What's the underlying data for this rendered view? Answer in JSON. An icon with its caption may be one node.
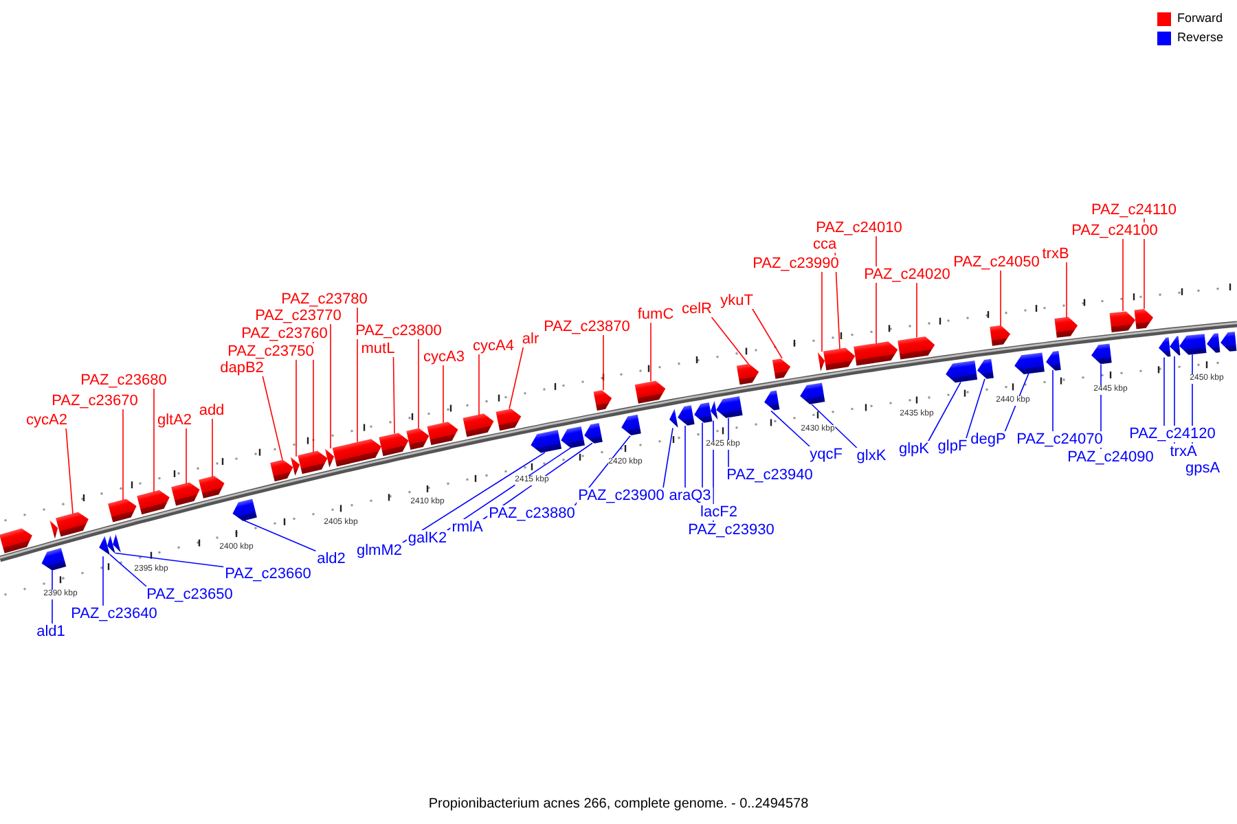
{
  "diagram": {
    "caption": "Propionibacterium acnes 266, complete genome. - 0..2494578",
    "nodes": [
      {
        "text": [],
        "shape": "right-arrow"
      },
      {
        "text": [],
        "shape": "left-arrow"
      },
      {
        "text": [],
        "shape": "right-arrow"
      },
      {
        "text": [],
        "shape": "right-arrow"
      },
      {
        "text": [],
        "shape": "left-arrow"
      },
      {
        "text": [],
        "shape": "left-arrow"
      },
      {
        "text": [],
        "shape": "right-arrow"
      },
      {
        "text": [],
        "shape": "left-arrow"
      },
      {
        "text": [],
        "shape": "right-arrow"
      },
      {
        "text": [],
        "shape": "right-arrow"
      },
      {
        "text": [],
        "shape": "right-arrow"
      },
      {
        "text": [],
        "shape": "left-arrow"
      },
      {
        "text": [],
        "shape": "right-arrow"
      },
      {
        "text": [],
        "shape": "right-arrow"
      },
      {
        "text": [],
        "shape": "right-arrow"
      },
      {
        "text": [],
        "shape": "right-arrow"
      },
      {
        "text": [],
        "shape": "right-arrow"
      },
      {
        "text": [],
        "shape": "right-arrow"
      },
      {
        "text": [],
        "shape": "right-arrow"
      },
      {
        "text": [],
        "shape": "right-arrow"
      },
      {
        "text": [],
        "shape": "right-arrow"
      },
      {
        "text": [],
        "shape": "right-arrow"
      },
      {
        "text": [],
        "shape": "left-arrow"
      },
      {
        "text": [],
        "shape": "left-arrow"
      },
      {
        "text": [],
        "shape": "left-arrow"
      },
      {
        "text": [],
        "shape": "right-arrow"
      },
      {
        "text": [],
        "shape": "left-arrow"
      },
      {
        "text": [],
        "shape": "right-arrow"
      },
      {
        "text": [],
        "shape": "left-arrow"
      },
      {
        "text": [],
        "shape": "left-arrow"
      },
      {
        "text": [],
        "shape": "left-arrow"
      },
      {
        "text": [],
        "shape": "left-arrow"
      },
      {
        "text": [],
        "shape": "left-arrow"
      },
      {
        "text": [],
        "shape": "right-arrow"
      },
      {
        "text": [],
        "shape": "left-arrow"
      },
      {
        "text": [],
        "shape": "right-arrow"
      },
      {
        "text": [],
        "shape": "left-arrow"
      },
      {
        "text": [],
        "shape": "right-arrow"
      },
      {
        "text": [],
        "shape": "right-arrow"
      },
      {
        "text": [],
        "shape": "right-arrow"
      },
      {
        "text": [],
        "shape": "right-arrow"
      },
      {
        "text": [],
        "shape": "left-arrow"
      },
      {
        "text": [],
        "shape": "left-arrow"
      },
      {
        "text": [],
        "shape": "right-arrow"
      },
      {
        "text": [],
        "shape": "left-arrow"
      },
      {
        "text": [],
        "shape": "left-arrow"
      },
      {
        "text": [],
        "shape": "right-arrow"
      },
      {
        "text": [],
        "shape": "left-arrow"
      },
      {
        "text": [],
        "shape": "right-arrow"
      },
      {
        "text": [],
        "shape": "right-arrow"
      },
      {
        "text": [],
        "shape": "left-arrow"
      },
      {
        "text": [],
        "shape": "left-arrow"
      },
      {
        "text": [],
        "shape": "left-arrow"
      },
      {
        "text": [],
        "shape": "left-arrow"
      },
      {
        "text": [],
        "shape": "left-arrow"
      },
      {
        "text": [
          "ald1"
        ]
      },
      {
        "text": [
          "cycA2"
        ]
      },
      {
        "text": [
          "PAZ_c23640"
        ]
      },
      {
        "text": [
          "PAZ_c23650"
        ]
      },
      {
        "text": [
          "PAZ_c23670"
        ]
      },
      {
        "text": [
          "PAZ_c23660"
        ]
      },
      {
        "text": [
          "PAZ_c23680"
        ]
      },
      {
        "text": [
          "gltA2"
        ]
      },
      {
        "text": [
          "add"
        ]
      },
      {
        "text": [
          "ald2"
        ]
      },
      {
        "text": [
          "dapB2"
        ]
      },
      {
        "text": [
          "PAZ_c23750"
        ]
      },
      {
        "text": [
          "PAZ_c23760"
        ]
      },
      {
        "text": [
          "PAZ_c23770"
        ]
      },
      {
        "text": [
          "PAZ_c23780"
        ]
      },
      {
        "text": [
          "mutL"
        ]
      },
      {
        "text": [
          "PAZ_c23800"
        ]
      },
      {
        "text": [
          "cycA3"
        ]
      },
      {
        "text": [
          "cycA4"
        ]
      },
      {
        "text": [
          "alr"
        ]
      },
      {
        "text": [
          "glmM2"
        ]
      },
      {
        "text": [
          "galK2"
        ]
      },
      {
        "text": [
          "rmlA"
        ]
      },
      {
        "text": [
          "PAZ_c23870"
        ]
      },
      {
        "text": [
          "PAZ_c23880"
        ]
      },
      {
        "text": [
          "fumC"
        ]
      },
      {
        "text": [
          "PAZ_c23900"
        ]
      },
      {
        "text": [
          "araQ3"
        ]
      },
      {
        "text": [
          "lacF2"
        ]
      },
      {
        "text": [
          "PAZ_c23930"
        ]
      },
      {
        "text": [
          "PAZ_c23940"
        ]
      },
      {
        "text": [
          "celR"
        ]
      },
      {
        "text": [
          "yqcF"
        ]
      },
      {
        "text": [
          "ykuT"
        ]
      },
      {
        "text": [
          "glxK"
        ]
      },
      {
        "text": [
          "PAZ_c23990"
        ]
      },
      {
        "text": [
          "cca"
        ]
      },
      {
        "text": [
          "PAZ_c24010"
        ]
      },
      {
        "text": [
          "PAZ_c24020"
        ]
      },
      {
        "text": [
          "glpK"
        ]
      },
      {
        "text": [
          "glpF"
        ]
      },
      {
        "text": [
          "PAZ_c24050"
        ]
      },
      {
        "text": [
          "degP"
        ]
      },
      {
        "text": [
          "PAZ_c24070"
        ]
      },
      {
        "text": [
          "trxB"
        ]
      },
      {
        "text": [
          "PAZ_c24090"
        ]
      },
      {
        "text": [
          "PAZ_c24100"
        ]
      },
      {
        "text": [
          "PAZ_c24110"
        ]
      },
      {
        "text": [
          "PAZ_c24120"
        ]
      },
      {
        "text": [
          "trxA"
        ]
      },
      {
        "text": [
          "gpsA"
        ]
      }
    ],
    "edges": [
      {
        "from": 55,
        "to": 1,
        "arrow": "none",
        "color": "#0000ff"
      },
      {
        "from": 56,
        "to": 3,
        "arrow": "none"
      },
      {
        "from": 57,
        "to": 4,
        "arrow": "none",
        "color": "#0000ff"
      },
      {
        "from": 58,
        "to": 5,
        "arrow": "none",
        "color": "#0000ff"
      },
      {
        "from": 59,
        "to": 6,
        "arrow": "none"
      },
      {
        "from": 60,
        "to": 7,
        "arrow": "none",
        "color": "#0000ff"
      },
      {
        "from": 61,
        "to": 8,
        "arrow": "none"
      },
      {
        "from": 62,
        "to": 9,
        "arrow": "none"
      },
      {
        "from": 63,
        "to": 10,
        "arrow": "none"
      },
      {
        "from": 64,
        "to": 11,
        "arrow": "none",
        "color": "#0000ff"
      },
      {
        "from": 65,
        "to": 12,
        "arrow": "none"
      },
      {
        "from": 66,
        "to": 13,
        "arrow": "none"
      },
      {
        "from": 67,
        "to": 14,
        "arrow": "none"
      },
      {
        "from": 68,
        "to": 15,
        "arrow": "none"
      },
      {
        "from": 69,
        "to": 16,
        "arrow": "none"
      },
      {
        "from": 70,
        "to": 17,
        "arrow": "none"
      },
      {
        "from": 71,
        "to": 18,
        "arrow": "none"
      },
      {
        "from": 72,
        "to": 19,
        "arrow": "none"
      },
      {
        "from": 73,
        "to": 20,
        "arrow": "none"
      },
      {
        "from": 74,
        "to": 21,
        "arrow": "none"
      },
      {
        "from": 75,
        "to": 22,
        "arrow": "none",
        "color": "#0000ff"
      },
      {
        "from": 76,
        "to": 23,
        "arrow": "none",
        "color": "#0000ff"
      },
      {
        "from": 77,
        "to": 24,
        "arrow": "none",
        "color": "#0000ff"
      },
      {
        "from": 78,
        "to": 25,
        "arrow": "none"
      },
      {
        "from": 79,
        "to": 26,
        "arrow": "none",
        "color": "#0000ff"
      },
      {
        "from": 80,
        "to": 27,
        "arrow": "none"
      },
      {
        "from": 81,
        "to": 28,
        "arrow": "none",
        "color": "#0000ff"
      },
      {
        "from": 82,
        "to": 29,
        "arrow": "none",
        "color": "#0000ff"
      },
      {
        "from": 83,
        "to": 30,
        "arrow": "none",
        "color": "#0000ff"
      },
      {
        "from": 84,
        "to": 31,
        "arrow": "none",
        "color": "#0000ff"
      },
      {
        "from": 85,
        "to": 32,
        "arrow": "none",
        "color": "#0000ff"
      },
      {
        "from": 86,
        "to": 33,
        "arrow": "none"
      },
      {
        "from": 87,
        "to": 34,
        "arrow": "none",
        "color": "#0000ff"
      },
      {
        "from": 88,
        "to": 35,
        "arrow": "none"
      },
      {
        "from": 89,
        "to": 36,
        "arrow": "none",
        "color": "#0000ff"
      },
      {
        "from": 90,
        "to": 37,
        "arrow": "none"
      },
      {
        "from": 91,
        "to": 38,
        "arrow": "none"
      },
      {
        "from": 92,
        "to": 39,
        "arrow": "none"
      },
      {
        "from": 93,
        "to": 40,
        "arrow": "none"
      },
      {
        "from": 94,
        "to": 41,
        "arrow": "none",
        "color": "#0000ff"
      },
      {
        "from": 95,
        "to": 42,
        "arrow": "none",
        "color": "#0000ff"
      },
      {
        "from": 96,
        "to": 43,
        "arrow": "none"
      },
      {
        "from": 97,
        "to": 44,
        "arrow": "none",
        "color": "#0000ff"
      },
      {
        "from": 98,
        "to": 45,
        "arrow": "none",
        "color": "#0000ff"
      },
      {
        "from": 99,
        "to": 46,
        "arrow": "none"
      },
      {
        "from": 100,
        "to": 47,
        "arrow": "none",
        "color": "#0000ff"
      },
      {
        "from": 101,
        "to": 48,
        "arrow": "none"
      },
      {
        "from": 102,
        "to": 49,
        "arrow": "none"
      },
      {
        "from": 103,
        "to": 50,
        "arrow": "none",
        "color": "#0000ff"
      },
      {
        "from": 104,
        "to": 51,
        "arrow": "none",
        "color": "#0000ff"
      },
      {
        "from": 105,
        "to": 52,
        "arrow": "none",
        "color": "#0000ff"
      }
    ],
    "labels": [
      "2390 kbp",
      "2395 kbp",
      "2400 kbp",
      "2405 kbp",
      "2410 kbp",
      "2415 kbp",
      "2420 kbp",
      "2425 kbp",
      "2430 kbp",
      "2435 kbp",
      "2440 kbp",
      "2445 kbp",
      "2450 kbp"
    ],
    "legend": [
      {
        "text": "Forward",
        "color": "#ff0000"
      },
      {
        "text": "Reverse",
        "color": "#0000ff"
      }
    ]
  }
}
